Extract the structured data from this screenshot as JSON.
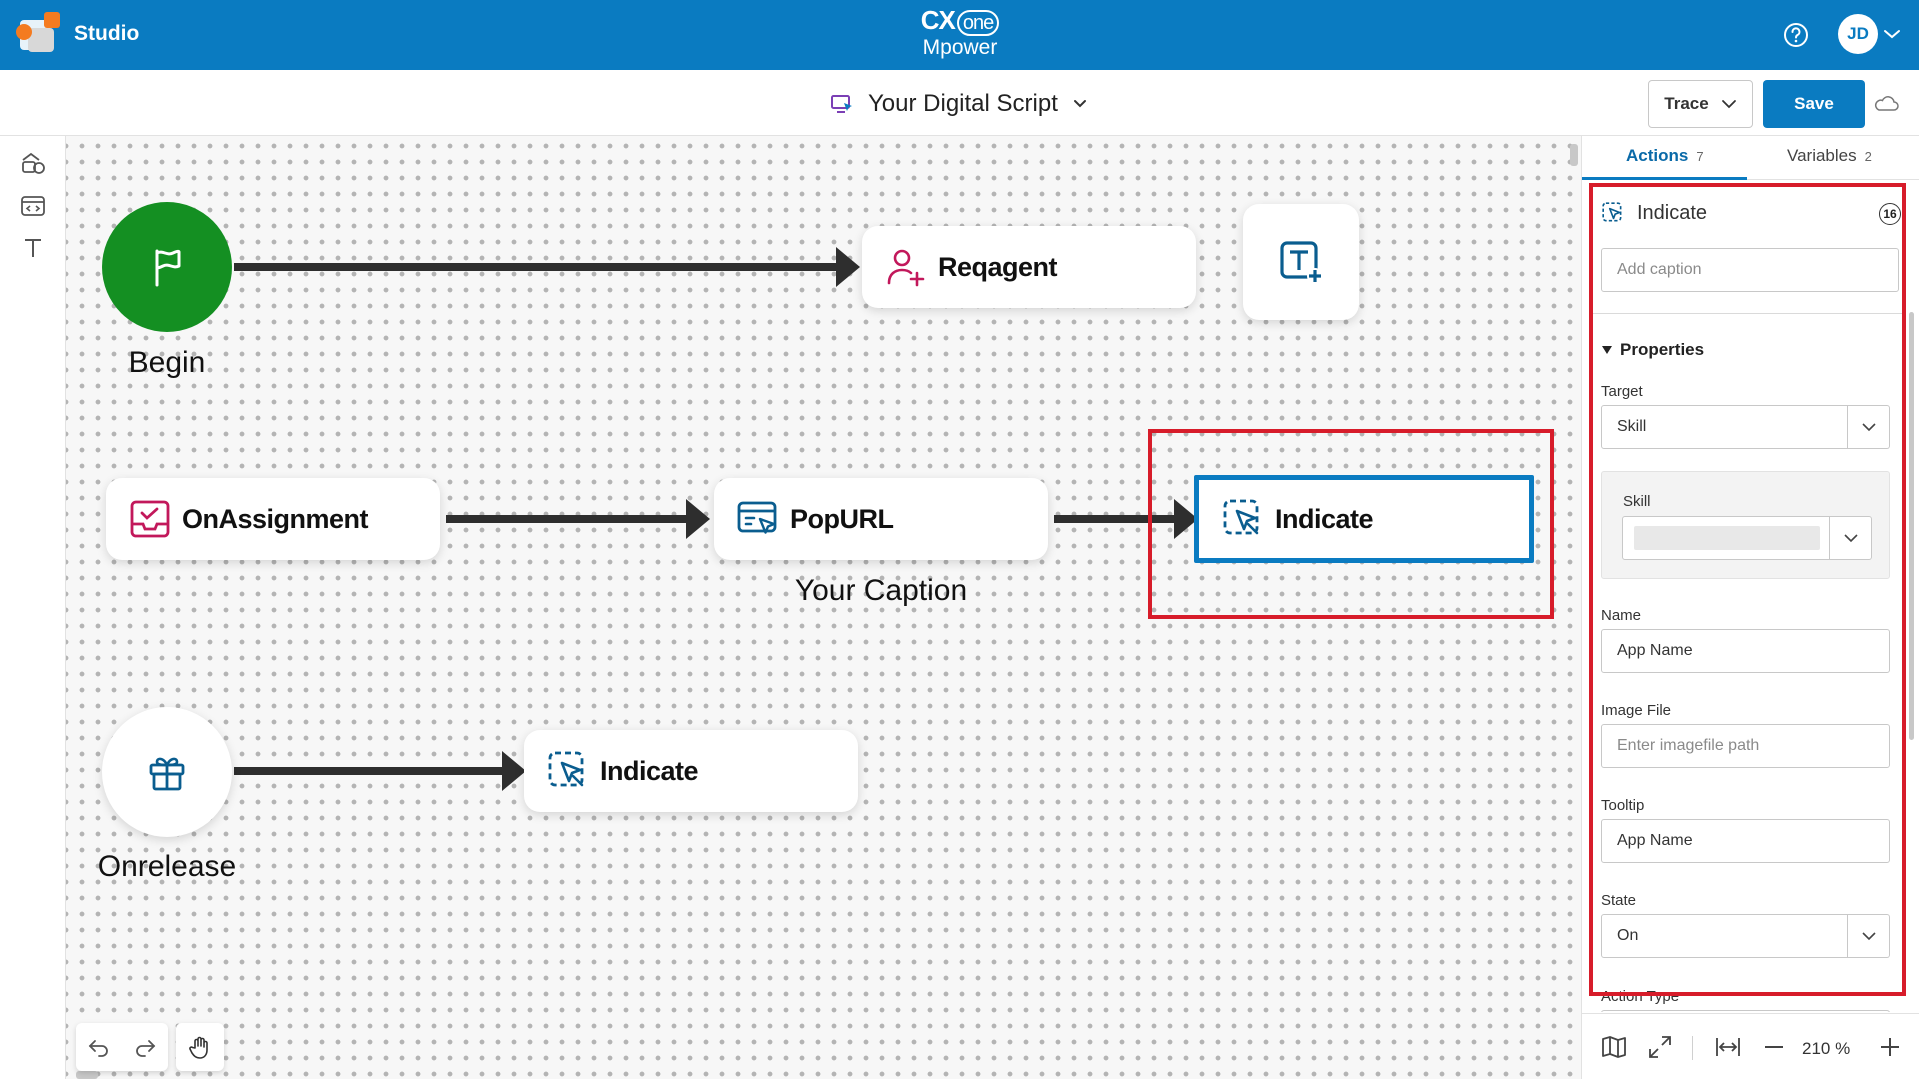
{
  "app": {
    "name": "Studio",
    "brand_line1_cx": "CX",
    "brand_line1_one": "one",
    "brand_line2": "Mpower",
    "user_initials": "JD",
    "accent_color": "#0a7bc1",
    "highlight_color": "#d71c2a"
  },
  "toolbar": {
    "script_title": "Your Digital Script",
    "trace_label": "Trace",
    "save_label": "Save"
  },
  "canvas": {
    "nodes": {
      "begin": {
        "caption": "Begin",
        "icon": "flag-icon",
        "color": "#148f22"
      },
      "reqagent": {
        "label": "Reqagent",
        "icon": "person-add-icon"
      },
      "text_node": {
        "icon": "text-add-icon"
      },
      "onassignment": {
        "label": "OnAssignment",
        "icon": "inbox-check-icon"
      },
      "popurl": {
        "label": "PopURL",
        "caption": "Your Caption",
        "icon": "browser-cursor-icon"
      },
      "indicate_selected": {
        "label": "Indicate",
        "icon": "indicate-cursor-icon"
      },
      "onrelease": {
        "caption": "Onrelease",
        "icon": "gift-icon"
      },
      "indicate_second": {
        "label": "Indicate",
        "icon": "indicate-cursor-icon"
      }
    }
  },
  "panel": {
    "tabs": [
      {
        "label": "Actions",
        "count": "7"
      },
      {
        "label": "Variables",
        "count": "2"
      }
    ],
    "action": {
      "title": "Indicate",
      "count": "16",
      "caption_placeholder": "Add caption"
    },
    "properties_label": "Properties",
    "fields": {
      "target": {
        "label": "Target",
        "value": "Skill"
      },
      "skill": {
        "label": "Skill",
        "value": ""
      },
      "name": {
        "label": "Name",
        "value": "App Name"
      },
      "image_file": {
        "label": "Image File",
        "placeholder": "Enter imagefile path"
      },
      "tooltip": {
        "label": "Tooltip",
        "value": "App Name"
      },
      "state": {
        "label": "State",
        "value": "On"
      },
      "action_type": {
        "label": "Action Type"
      }
    },
    "zoom_level": "210 %"
  }
}
